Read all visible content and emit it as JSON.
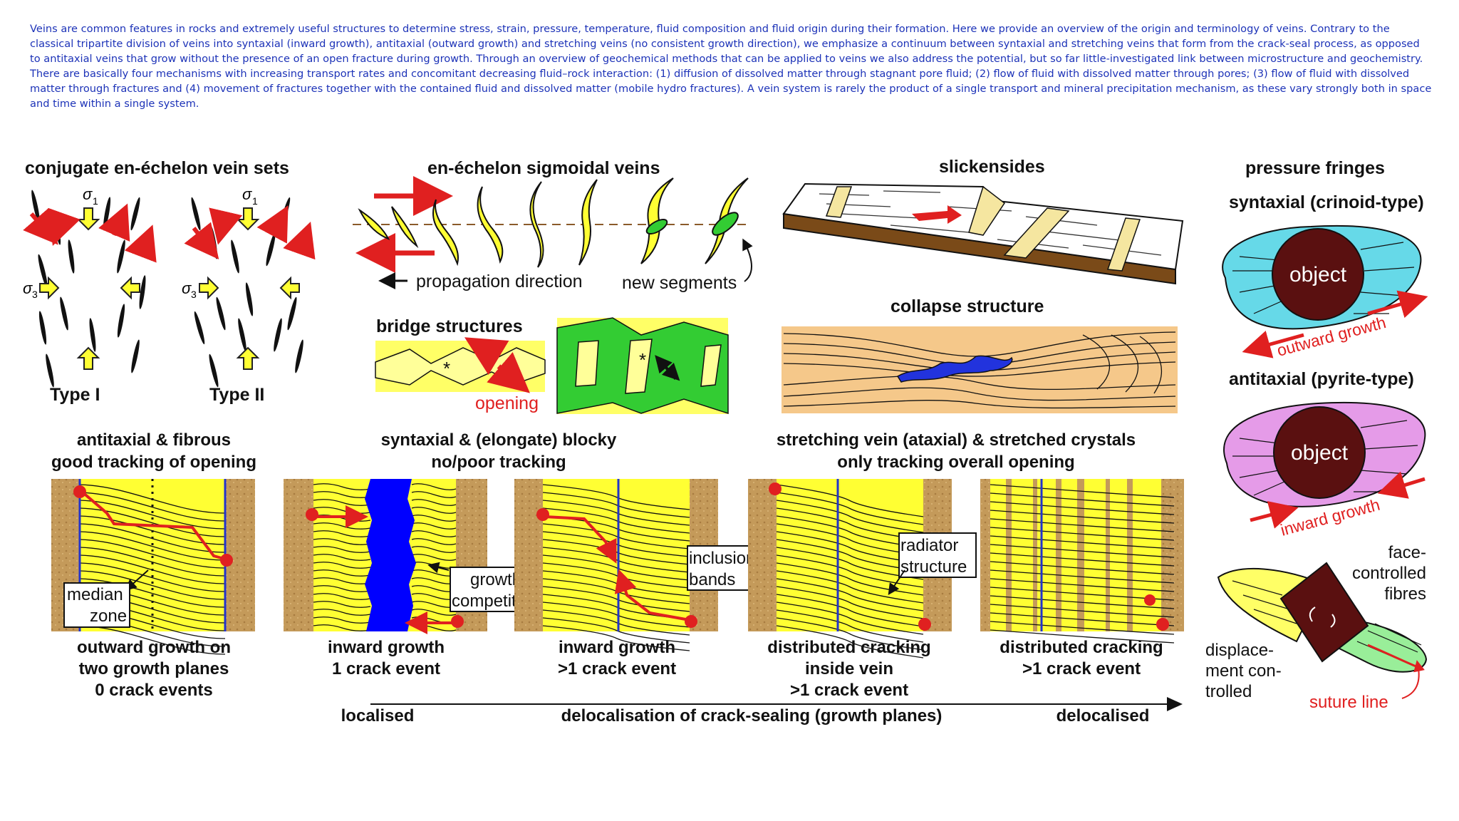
{
  "abstract": "Veins are common features in rocks and extremely useful structures to determine stress, strain, pressure, temperature, fluid composition and fluid origin during their formation. Here we provide an overview of the origin and terminology of veins. Contrary to the classical tripartite division of veins into syntaxial (inward growth), antitaxial (outward growth) and stretching veins (no consistent growth direction), we emphasize a continuum between syntaxial and stretching veins that form from the crack-seal process, as opposed to antitaxial veins that grow without the presence of an open fracture during growth. Through an overview of geochemical methods that can be applied to veins we also address the potential, but so far little-investigated link between microstructure and geochemistry. There are basically four mechanisms with increasing transport rates and concomitant decreasing fluid–rock interaction: (1) diffusion of dissolved matter through stagnant pore fluid; (2) flow of fluid with dissolved matter through pores; (3) flow of fluid with dissolved matter through fractures and (4) movement of fractures together with the contained fluid and dissolved matter (mobile hydro fractures). A vein system is rarely the product of a single transport and mineral precipitation mechanism, as these vary strongly both in space and time within a single system.",
  "figure": {
    "conjugate": {
      "title": "conjugate en-échelon vein sets",
      "type1": "Type I",
      "type2": "Type II",
      "sigma": "σ",
      "sub1": "1",
      "sub3": "3"
    },
    "sigmoidal": {
      "title": "en-échelon sigmoidal veins",
      "propagation": "propagation direction",
      "new_segments": "new segments"
    },
    "slickensides": {
      "title": "slickensides"
    },
    "collapse": {
      "title": "collapse structure"
    },
    "bridge": {
      "title": "bridge structures",
      "opening": "opening",
      "star": "*"
    },
    "pressure": {
      "title": "pressure fringes",
      "syntaxial": "syntaxial (crinoid-type)",
      "antitaxial": "antitaxial (pyrite-type)",
      "object": "object",
      "outward": "outward growth",
      "inward": "inward growth",
      "face1": "face-",
      "face2": "controlled",
      "face3": "fibres",
      "disp1": "displace-",
      "disp2": "ment con-",
      "disp3": "trolled",
      "suture": "suture line"
    },
    "headers": {
      "antitaxial_l1": "antitaxial & fibrous",
      "antitaxial_l2": "good tracking of opening",
      "syntaxial_l1": "syntaxial & (elongate) blocky",
      "syntaxial_l2": "no/poor tracking",
      "stretching_l1": "stretching vein (ataxial) & stretched crystals",
      "stretching_l2": "only tracking overall opening"
    },
    "boxes": {
      "median1": "median",
      "median2": "zone",
      "growth1": "growth",
      "growth2": "competition",
      "inclusion1": "inclusion",
      "inclusion2": "bands",
      "radiator1": "radiator",
      "radiator2": "structure"
    },
    "captions": {
      "c1_l1": "outward growth on",
      "c1_l2": "two growth planes",
      "c1_l3": "0 crack events",
      "c2_l1": "inward growth",
      "c2_l2": "1 crack event",
      "c3_l1": "inward growth",
      "c3_l2": ">1 crack event",
      "c4_l1": "distributed cracking",
      "c4_l2": "inside vein",
      "c4_l3": ">1 crack event",
      "c5_l1": "distributed cracking",
      "c5_l2": ">1 crack event"
    },
    "axis": {
      "left": "localised",
      "middle": "delocalisation of crack-sealing (growth planes)",
      "right": "delocalised"
    }
  },
  "colors": {
    "text_blue": "#1d33b8",
    "vein_yellow": "#ffff33",
    "wallrock": "#c8a060",
    "arrow_red": "#e02020",
    "object_brown": "#5a1010"
  }
}
